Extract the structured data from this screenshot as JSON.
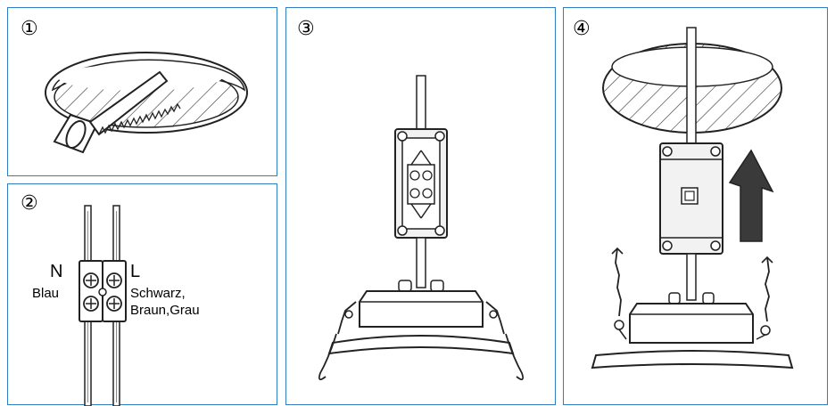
{
  "panels": [
    {
      "number": "①"
    },
    {
      "number": "②"
    },
    {
      "number": "③"
    },
    {
      "number": "④"
    }
  ],
  "wiring": {
    "neutral_letter": "N",
    "neutral_color": "Blau",
    "live_letter": "L",
    "live_color_line1": "Schwarz,",
    "live_color_line2": "Braun,Grau"
  },
  "colors": {
    "border": "#2f7fc0",
    "line": "#222222",
    "arrow": "#3a3a3a",
    "housing": "#f2f2f2"
  },
  "icons": [
    "saw-icon",
    "terminal-block-icon",
    "junction-box-icon",
    "downlight-icon",
    "up-arrow-icon",
    "ceiling-cutout-icon"
  ]
}
